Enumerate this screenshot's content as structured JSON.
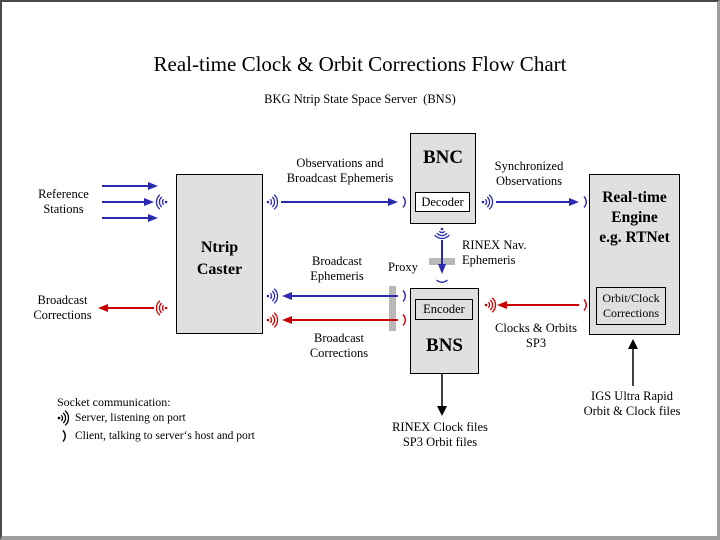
{
  "title": "Real-time Clock & Orbit Corrections Flow Chart",
  "subtitle": "BKG Ntrip State Space Server  (BNS)",
  "colors": {
    "blue": "#2a2ab0",
    "red": "#cc0000",
    "black": "#000000",
    "box_fill": "#e0e0e0",
    "proxy_gray": "#b8b8b8"
  },
  "nodes": {
    "ntrip_caster": {
      "label": "Ntrip\nCaster"
    },
    "bnc": {
      "label": "BNC",
      "sub": "Decoder"
    },
    "bns": {
      "label": "BNS",
      "sub": "Encoder"
    },
    "rt_engine": {
      "label": "Real-time\nEngine\ne.g. RTNet",
      "sub": "Orbit/Clock\nCorrections"
    }
  },
  "labels": {
    "reference_stations": "Reference\nStations",
    "broadcast_corrections_left": "Broadcast\nCorrections",
    "observations": "Observations and\nBroadcast Ephemeris",
    "synchronized": "Synchronized\nObservations",
    "rinex_nav": "RINEX Nav.\nEphemeris",
    "broadcast_ephemeris": "Broadcast\nEphemeris",
    "proxy": "Proxy",
    "broadcast_corrections_mid": "Broadcast\nCorrections",
    "clocks_orbits": "Clocks & Orbits\nSP3",
    "rinex_clock_files": "RINEX Clock files\nSP3 Orbit files",
    "igs": "IGS Ultra Rapid\nOrbit & Clock files"
  },
  "legend": {
    "title": "Socket communication:",
    "server": "Server, listening on port",
    "client": "Client, talking to server‘s host and port"
  }
}
